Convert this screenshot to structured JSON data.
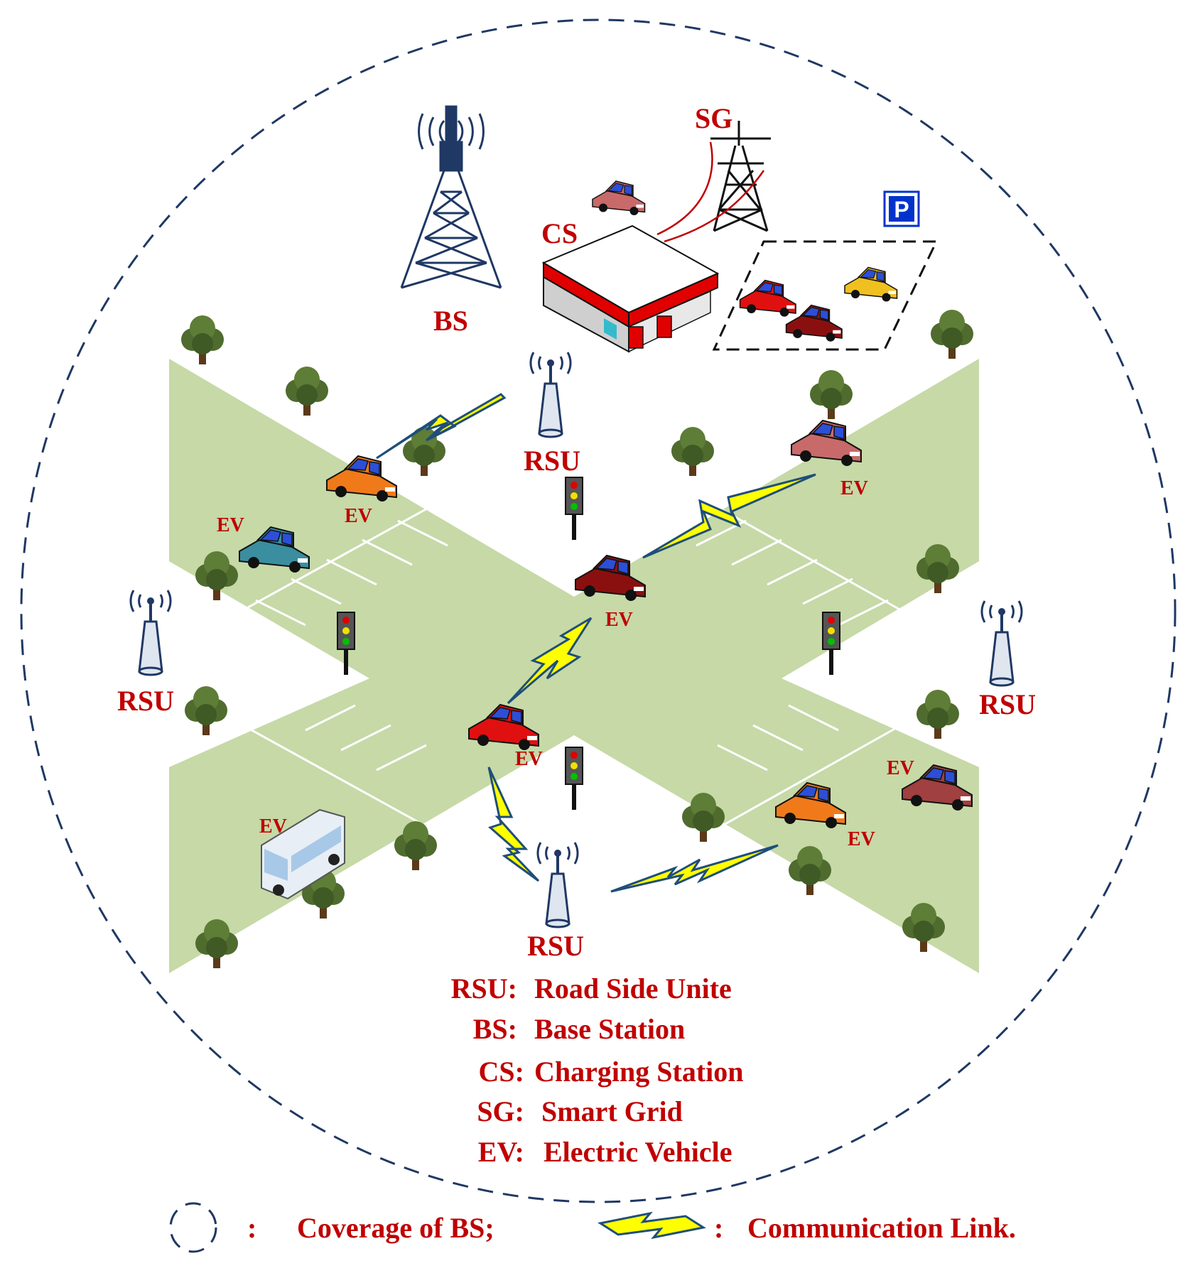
{
  "labels": {
    "bs": "BS",
    "sg": "SG",
    "cs": "CS",
    "rsu": "RSU",
    "ev": "EV"
  },
  "parking_icon": "P",
  "glossary": [
    {
      "abbr": "RSU:",
      "text": "Road Side Unite"
    },
    {
      "abbr": "BS:",
      "text": "Base Station"
    },
    {
      "abbr": "CS:",
      "text": "Charging Station"
    },
    {
      "abbr": "SG:",
      "text": "Smart Grid"
    },
    {
      "abbr": "EV:",
      "text": "Electric Vehicle"
    }
  ],
  "legend": {
    "colon": ":",
    "coverage": "Coverage of BS;",
    "link": "Communication Link."
  },
  "colors": {
    "label": "#c00000",
    "coverage": "#1f3864",
    "road": "#c6d9a7",
    "tower": "#1f3864",
    "lightning_fill": "#ffff00",
    "lightning_stroke": "#1f4e79",
    "parking": "#0033cc"
  }
}
